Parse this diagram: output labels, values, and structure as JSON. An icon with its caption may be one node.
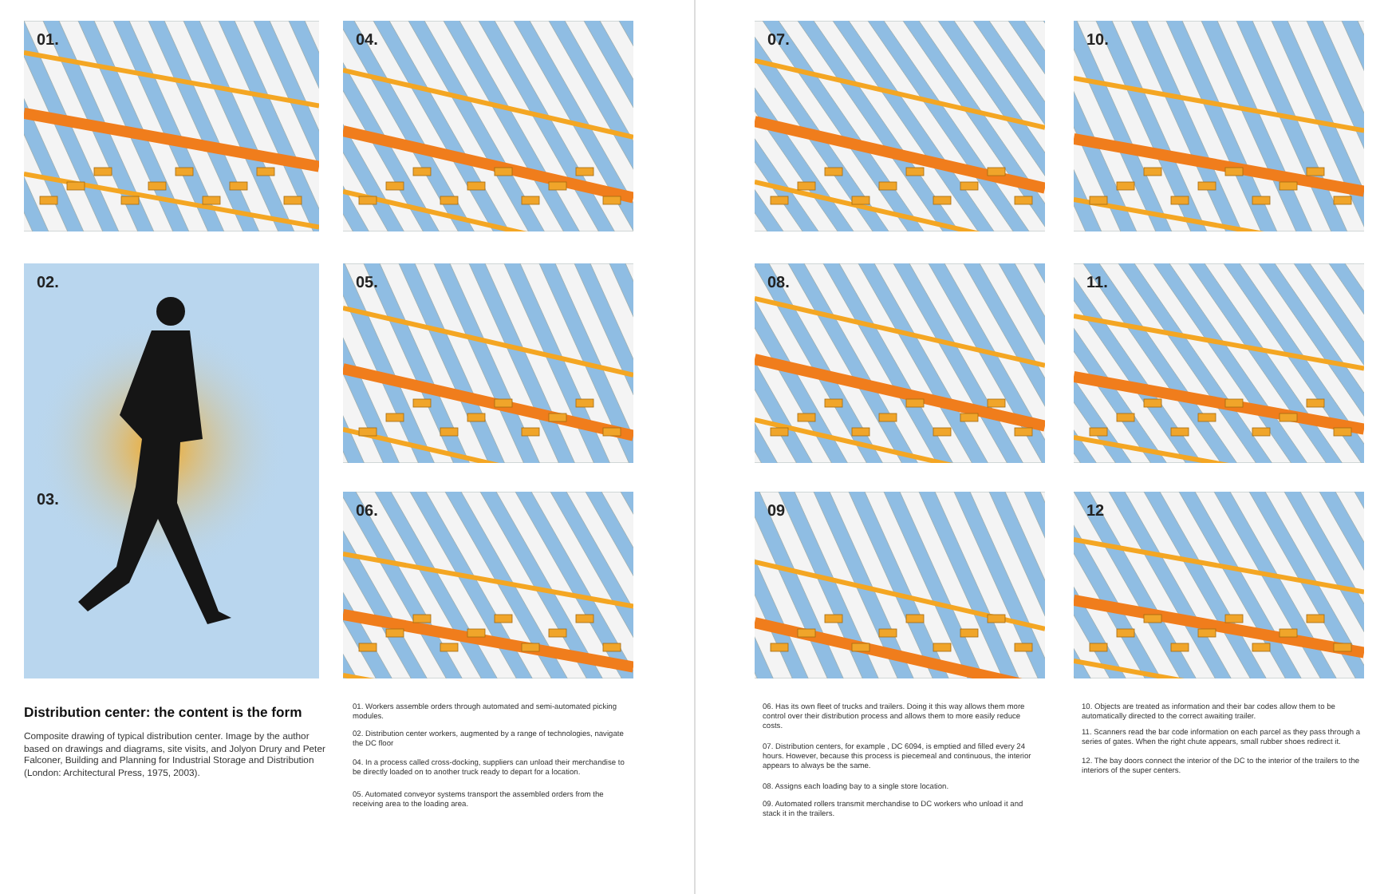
{
  "diagram": {
    "title": "Distribution center: the content is the form",
    "caption": "Composite drawing of typical distribution center. Image by the author based on drawings and diagrams, site visits, and Jolyon Drury and Peter Falconer, Building and Planning for Industrial Storage and Distribution (London: Architectural Press, 1975, 2003).",
    "nodes": [
      {
        "text": [
          "01."
        ]
      },
      {
        "text": [
          "04."
        ]
      },
      {
        "text": [
          "02.",
          "03."
        ]
      },
      {
        "text": [
          "05."
        ]
      },
      {
        "text": [
          "06."
        ]
      },
      {
        "text": [
          "07."
        ]
      },
      {
        "text": [
          "10."
        ]
      },
      {
        "text": [
          "08."
        ]
      },
      {
        "text": [
          "11."
        ]
      },
      {
        "text": [
          "09"
        ]
      },
      {
        "text": [
          "12"
        ]
      }
    ],
    "labels": [
      "01. Workers assemble orders through automated and semi-automated picking modules.",
      "02. Distribution center workers, augmented by a range of technologies, navigate the DC floor",
      "04. In a process called cross-docking, suppliers can unload their merchandise to be directly loaded on to another truck ready to depart for a location.",
      "05. Automated conveyor systems transport the assembled orders from the receiving area to the loading area.",
      "06. Has its own fleet of trucks and trailers. Doing it this way allows them more control over their distribution process and allows them to more easily reduce costs.",
      "07. Distribution centers, for example , DC 6094, is emptied and filled every 24 hours. However, because this process is piecemeal and continuous, the interior appears to always be the same.",
      "08. Assigns each loading bay to a single store location.",
      "09. Automated rollers transmit merchandise to DC workers who unload it and stack it in the trailers.",
      "10. Objects are treated as information and their bar codes allow them to be automatically directed to the correct awaiting trailer.",
      "11. Scanners read the bar code information on each parcel as they pass through a series of gates. When the right chute appears, small rubber shoes redirect it.",
      "12. The bay doors connect the interior of the DC to the interior of the trailers to the interiors of the super centers."
    ]
  }
}
